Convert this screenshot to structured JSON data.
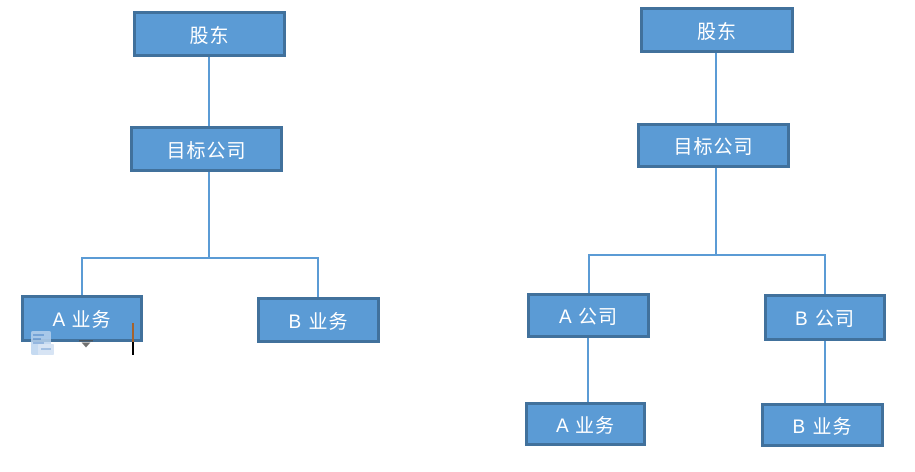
{
  "colors": {
    "box_fill": "#5b9bd5",
    "box_border": "#41719c",
    "connector": "#5b9bd5",
    "box_text": "#ffffff",
    "caret": "#000000",
    "revision_mark": "#a5632e",
    "paste_icon_fill": "#b9d3ee",
    "handle_gray": "#4d4d4d",
    "background": "#ffffff"
  },
  "left_diagram": {
    "nodes": {
      "shareholder": {
        "label": "股东"
      },
      "target_company": {
        "label": "目标公司"
      },
      "business_a": {
        "label": "A 业务"
      },
      "business_b": {
        "label": "B 业务"
      }
    }
  },
  "right_diagram": {
    "nodes": {
      "shareholder": {
        "label": "股东"
      },
      "target_company": {
        "label": "目标公司"
      },
      "company_a": {
        "label": "A 公司"
      },
      "company_b": {
        "label": "B 公司"
      },
      "business_a": {
        "label": "A 业务"
      },
      "business_b": {
        "label": "B 业务"
      }
    }
  },
  "icons": {
    "paste_options": "paste-options-icon",
    "adjust_handle": "down-triangle-handle-icon",
    "text_cursor": "text-caret"
  }
}
